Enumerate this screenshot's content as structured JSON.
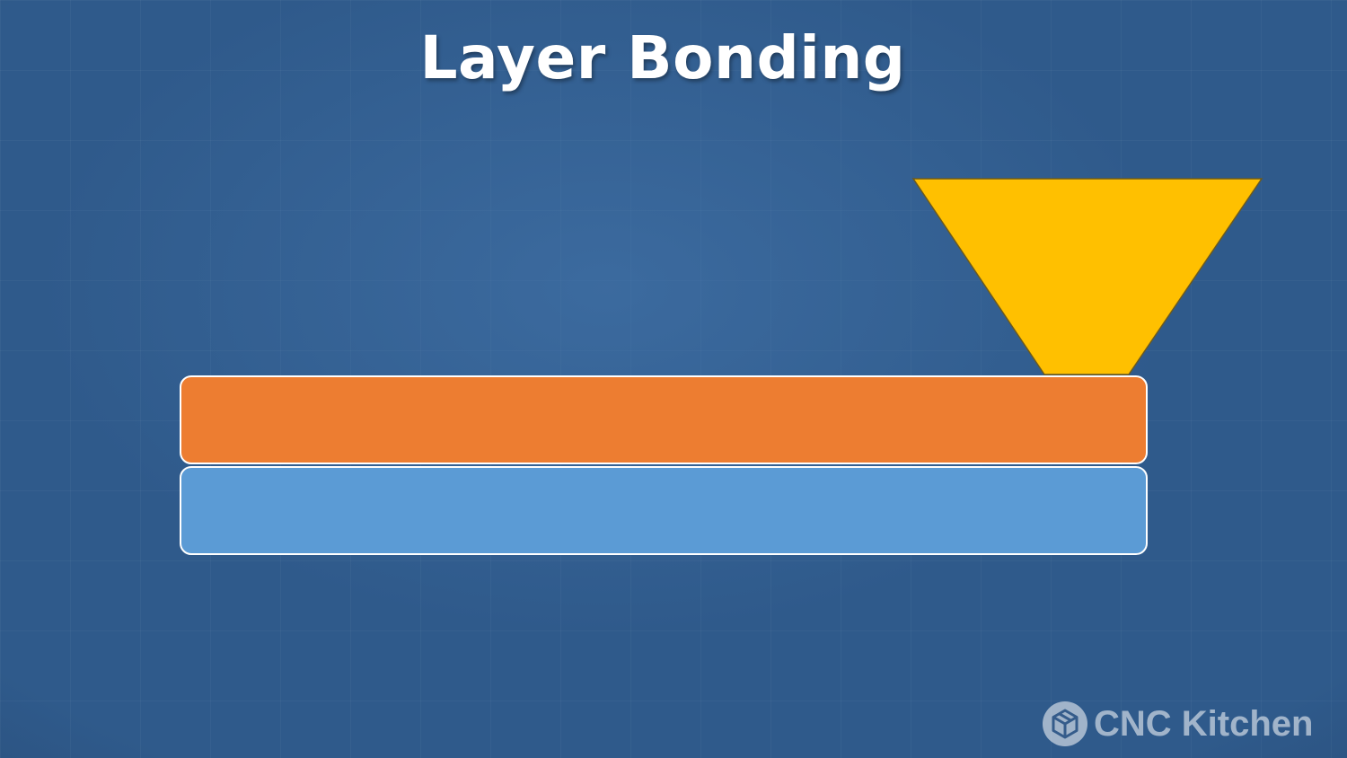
{
  "slide": {
    "title": "Layer Bonding"
  },
  "diagram": {
    "nozzle": {
      "color": "#ffc000",
      "icon": "nozzle-triangle"
    },
    "layers": [
      {
        "name": "new-layer",
        "color": "#ed7d31"
      },
      {
        "name": "previous-layer",
        "color": "#5b9bd5"
      }
    ]
  },
  "watermark": {
    "brand": "CNC Kitchen",
    "icon": "cnc-kitchen-logo-icon"
  }
}
